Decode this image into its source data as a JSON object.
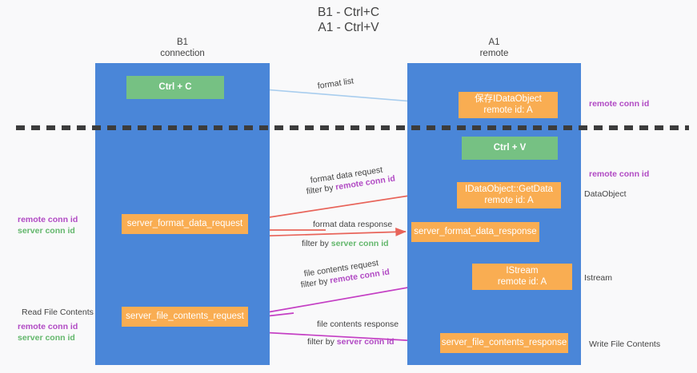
{
  "title": {
    "line1": "B1 - Ctrl+C",
    "line2": "A1 - Ctrl+V"
  },
  "columns": {
    "left": {
      "name": "B1",
      "role": "connection"
    },
    "right": {
      "name": "A1",
      "role": "remote"
    }
  },
  "colors": {
    "lane": "#4a86d8",
    "green_node": "#76c183",
    "orange_node": "#f9ad52",
    "purple_text": "#b14ac4",
    "green_text": "#63b76c",
    "red_arrow": "#e8645a",
    "magenta_arrow": "#c43fc4",
    "blue_arrow": "#a8cdee",
    "black_arrow": "#000000",
    "divider": "#3c3c3c",
    "background": "#f9f9fa"
  },
  "nodes": {
    "ctrl_c": {
      "label": "Ctrl + C"
    },
    "ctrl_v": {
      "label": "Ctrl + V"
    },
    "idataobject": {
      "line1": "保存IDataObject",
      "line2": "remote id: A"
    },
    "getdata": {
      "line1": "IDataObject::GetData",
      "line2": "remote id: A"
    },
    "istream": {
      "line1": "IStream",
      "line2": "remote id: A"
    },
    "server_format_data_request": {
      "label": "server_format_data_request"
    },
    "server_format_data_response": {
      "label": "server_format_data_response"
    },
    "server_file_contents_request": {
      "label": "server_file_contents_request"
    },
    "server_file_contents_response": {
      "label": "server_file_contents_response"
    }
  },
  "flow_labels": {
    "format_list": "format list",
    "format_data_request": "format data request",
    "format_data_request_filter_prefix": "filter by ",
    "format_data_request_filter_key": "remote conn id",
    "format_data_response": "format data response",
    "format_data_response_filter_prefix": "filter by ",
    "format_data_response_filter_key": "server conn id",
    "file_contents_request": "file contents request",
    "file_contents_request_filter_prefix": "filter by ",
    "file_contents_request_filter_key": "remote conn id",
    "file_contents_response": "file contents response",
    "file_contents_response_filter_prefix": "filter by ",
    "file_contents_response_filter_key": "server conn id"
  },
  "right_annotations": {
    "remote_conn_id_top": "remote conn id",
    "remote_conn_id_mid": "remote conn id",
    "dataobject": "DataObject",
    "istream": "Istream",
    "write_file_contents": "Write File Contents"
  },
  "left_annotations": {
    "remote_conn_id_mid": "remote conn id",
    "server_conn_id_mid": "server conn id",
    "read_file_contents": "Read File Contents",
    "remote_conn_id_bottom": "remote conn id",
    "server_conn_id_bottom": "server conn id"
  }
}
